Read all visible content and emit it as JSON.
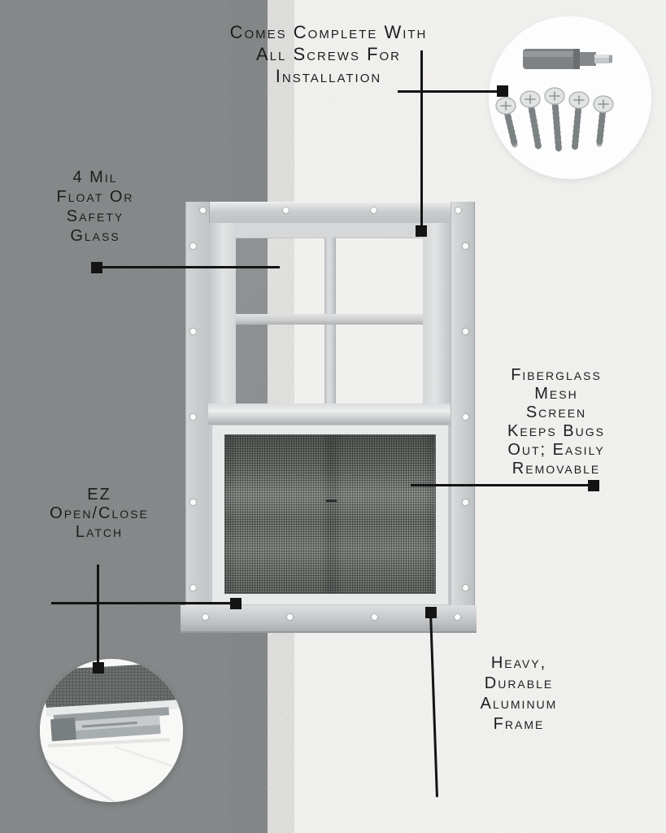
{
  "page": {
    "description": "Annotated product infographic of an aluminum shed window with glass top section and mesh screen bottom section"
  },
  "colors": {
    "left_panel": "#8b8e8f",
    "right_panel": "#f5f4f2",
    "callout_line": "#141414",
    "label_text": "#1d1d1d",
    "frame_gray": "#c9cccd",
    "mesh_gray": "#868a85"
  },
  "callouts": {
    "screws": {
      "label": "Comes Complete With\nAll Screws For\nInstallation"
    },
    "glass": {
      "label": "4 Mil\nFloat Or\nSafety\nGlass"
    },
    "mesh": {
      "label": "Fiberglass\nMesh\nScreen\nKeeps Bugs\nOut; Easily\nRemovable"
    },
    "latch": {
      "label": "EZ\nOpen/Close\nLatch"
    },
    "frame": {
      "label": "Heavy,\nDurable\nAluminum\nFrame"
    }
  },
  "photos": {
    "screws_inset": "hex-driver-bit-with-five-washer-head-screws",
    "latch_inset": "close-up-of-window-latch-and-screen"
  },
  "window": {
    "top_section": "four-pane glass with cross muntins",
    "bottom_section": "fiberglass mesh screen",
    "mounting_screw_holes": "around flange and sill"
  }
}
